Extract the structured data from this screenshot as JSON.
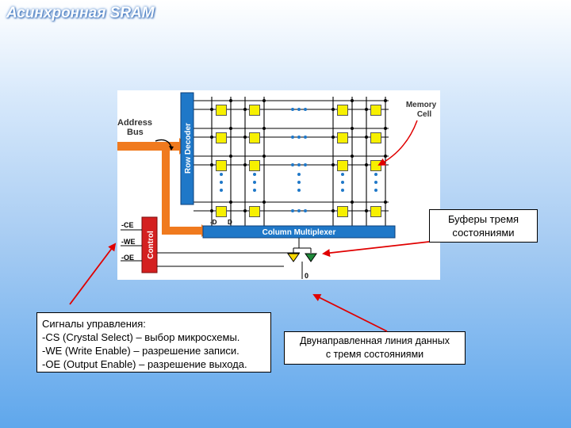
{
  "slide": {
    "title": "Асинхронная SRAM"
  },
  "diagram": {
    "address_bus_label_line1": "Address",
    "address_bus_label_line2": "Bus",
    "row_decoder_label": "Row Decoder",
    "column_multiplexer_label": "Column Multiplexer",
    "control_label": "Control",
    "memory_cell_label_line1": "Memory",
    "memory_cell_label_line2": "Cell",
    "signal_ce": "-CE",
    "signal_we": "-WE",
    "signal_oe": "-OE",
    "bitline_not_d": "-D",
    "bitline_d": "D",
    "data_line_label": "0",
    "ellipsis": "• • •",
    "colors": {
      "decoder_blue": "#1f78c8",
      "control_red": "#d42020",
      "bus_orange": "#f07a1e",
      "cell_yellow": "#f7f000",
      "buffer_green": "#1e8a3a",
      "arrow_red": "#e00000"
    }
  },
  "callouts": {
    "buffers": {
      "line1": "Буферы тремя",
      "line2": "состояниями"
    },
    "control_signals": {
      "line1": "Сигналы управления:",
      "line2": "-CS (Crystal Select) – выбор микросхемы.",
      "line3": "-WE (Write Enable) – разрешение записи.",
      "line4": "-OE (Output Enable) – разрешение выхода."
    },
    "data_line": {
      "line1": "Двунаправленная линия данных",
      "line2": "с тремя состояниями"
    }
  }
}
